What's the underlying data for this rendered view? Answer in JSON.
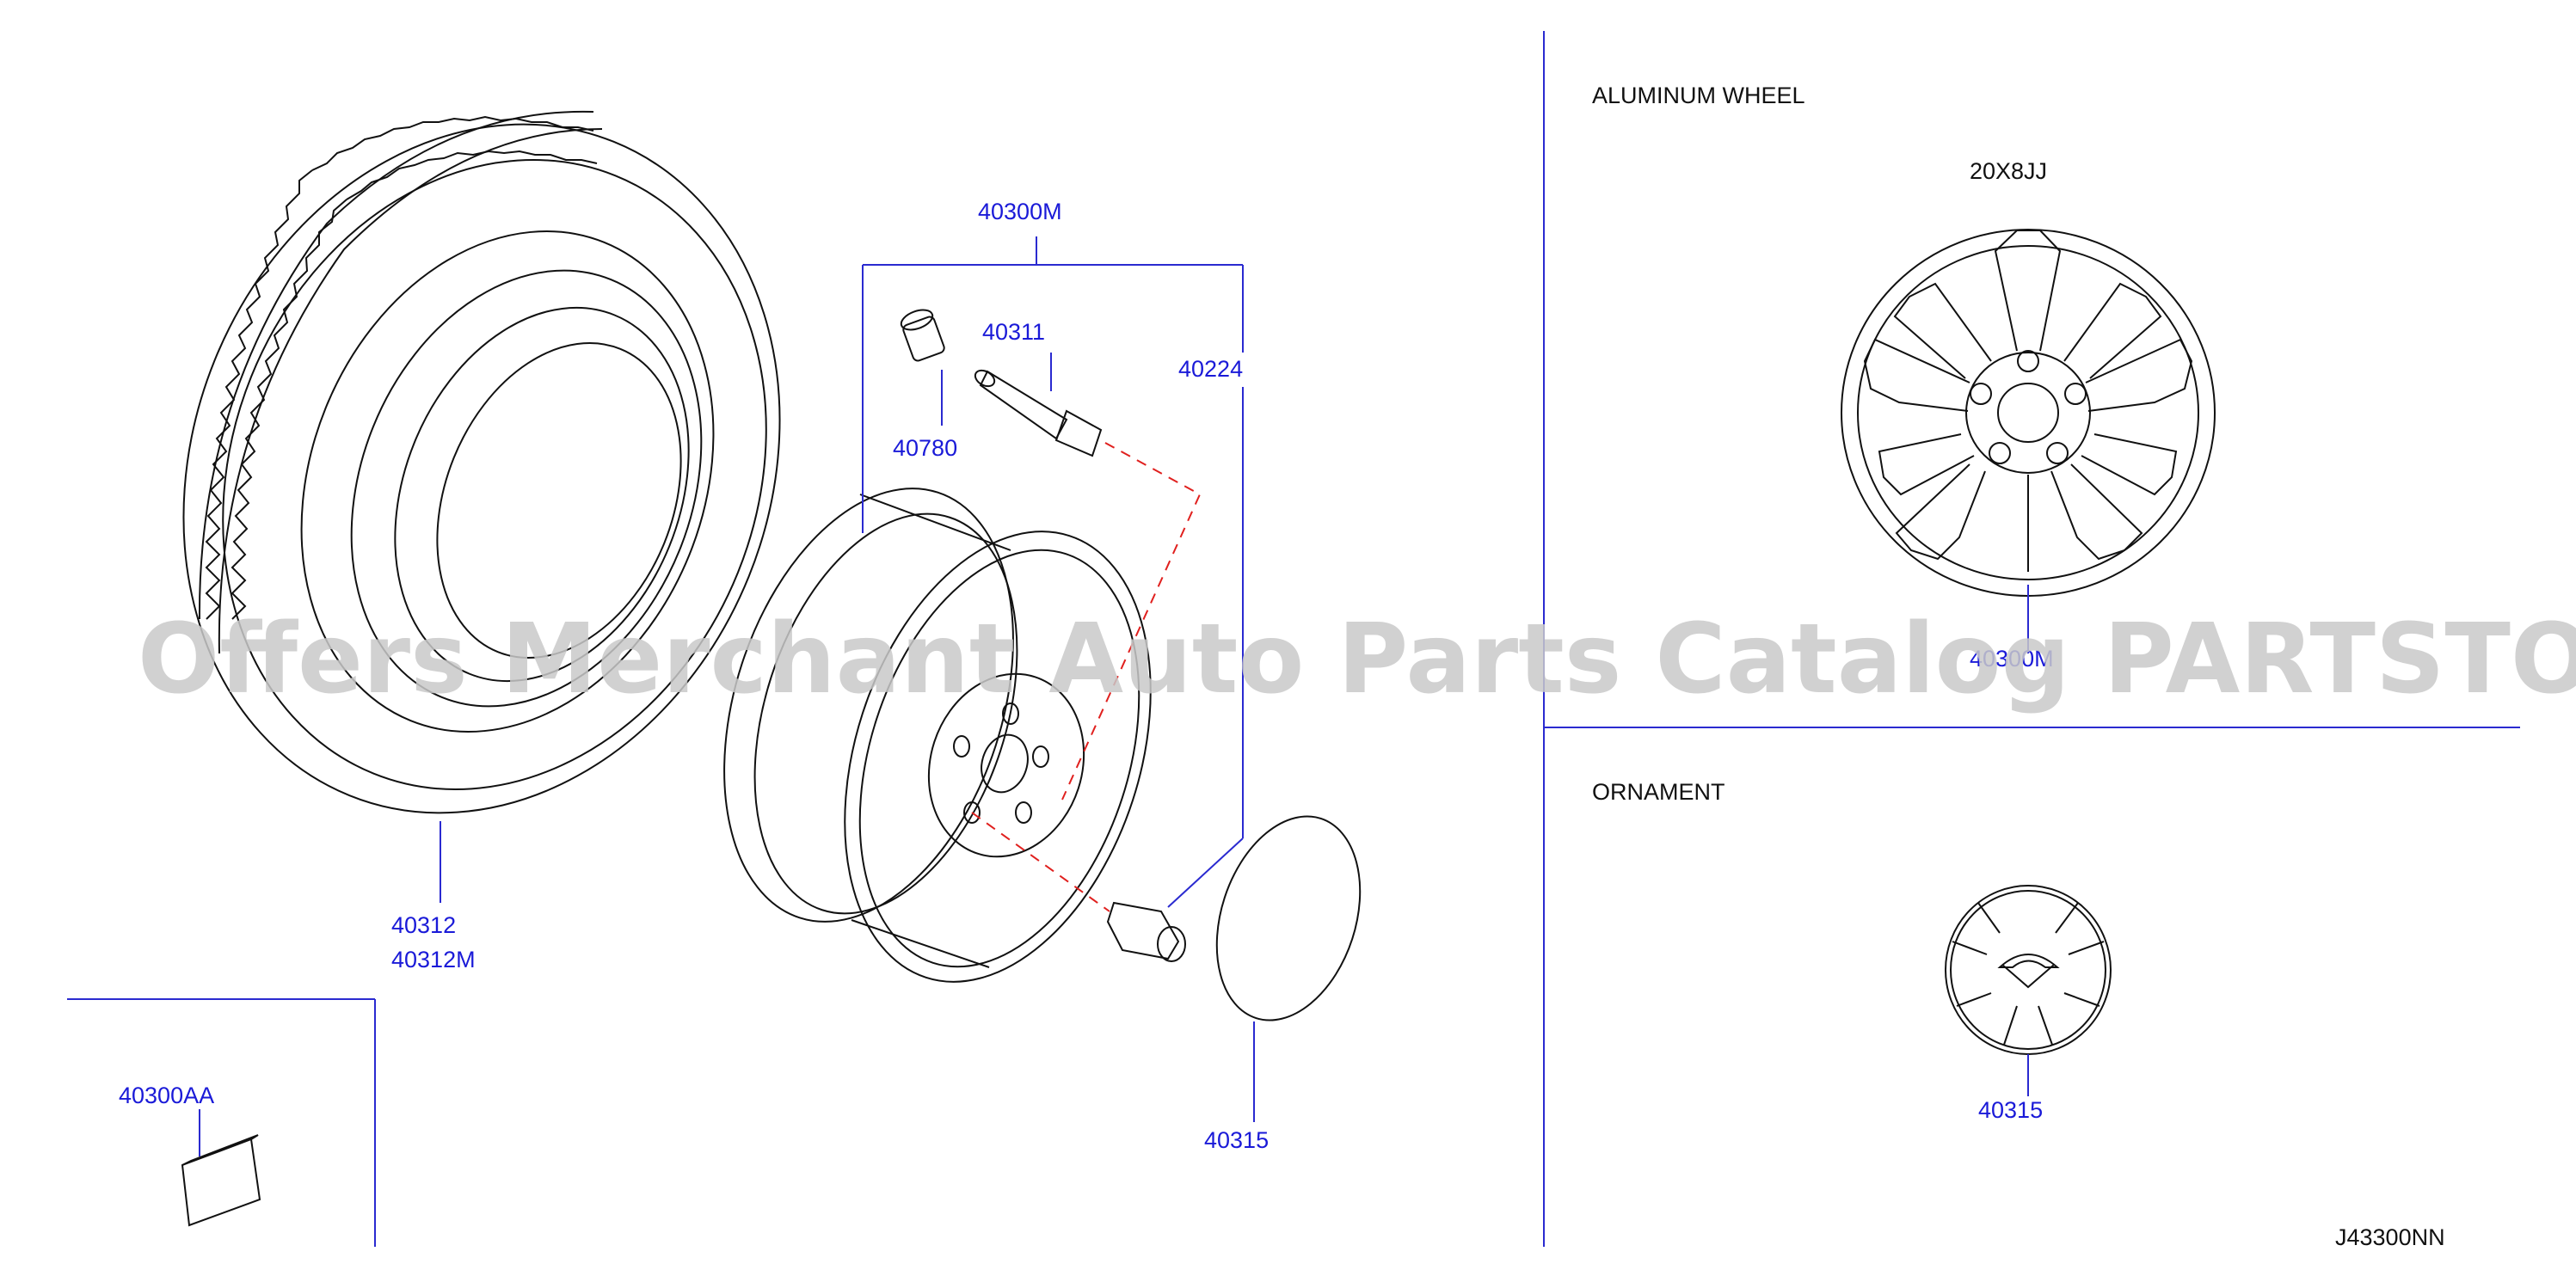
{
  "sections": {
    "aluminum_wheel_title": "ALUMINUM   WHEEL",
    "wheel_size": "20X8JJ",
    "ornament_title": "ORNAMENT"
  },
  "callouts": {
    "kit": "40300M",
    "cap": "40780",
    "valve": "40311",
    "nut": "40224",
    "tire": "40312",
    "tire_alt": "40312M",
    "tag": "40300AA",
    "center_cap": "40315",
    "alloy_wheel": "40300M",
    "ornament": "40315"
  },
  "diagram_id": "J43300NN",
  "watermark": "Offers Merchant Auto Parts Catalog PARTSTORE.SA",
  "colors": {
    "callout": "#1a1ad8",
    "leader": "#2a2ad0",
    "dashed": "#e0201e",
    "lines": "#111111"
  }
}
